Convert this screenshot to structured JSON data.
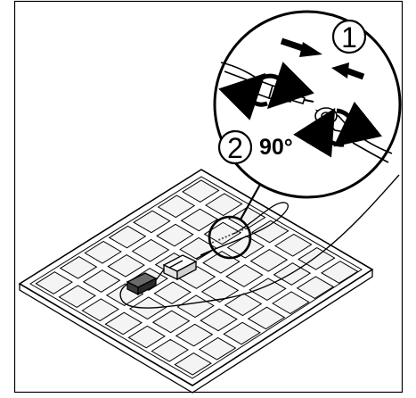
{
  "figure": {
    "step_labels": [
      "1",
      "2"
    ],
    "angle_label": "90°",
    "colors": {
      "line": "#000000",
      "background": "#ffffff",
      "tile_fill": "#f4f4f4"
    },
    "icons": [
      "push-arrow-right-icon",
      "push-arrow-left-icon",
      "rotate-arrow-icon"
    ]
  }
}
